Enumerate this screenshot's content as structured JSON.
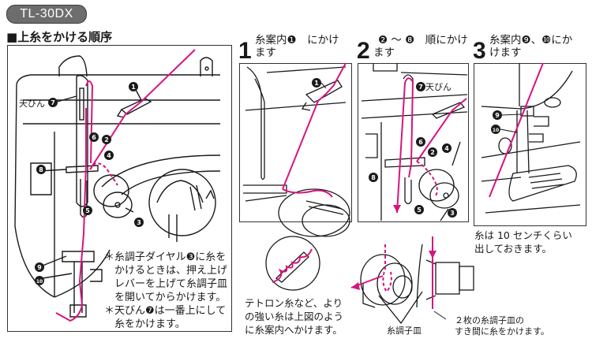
{
  "header": {
    "model": "TL-30DX",
    "section_title": "■上糸をかける順序"
  },
  "main_figure": {
    "label_tenbin": "天びん",
    "markers": [
      "1",
      "2",
      "3",
      "4",
      "5",
      "6",
      "7",
      "8",
      "9",
      "10"
    ],
    "notes": [
      "＊糸調子ダイヤル❸に糸を",
      "かけるときは、押え上げ",
      "レバーを上げて糸調子皿",
      "を開いてからかけます。",
      "＊天びん❼は一番上にして",
      "糸をかけます。"
    ]
  },
  "steps": [
    {
      "number": "1",
      "line1": "糸案内❶　にかけ",
      "line2": "ます"
    },
    {
      "number": "2",
      "line1": "❷ ～ ❽　順にかけ",
      "line2": "ます",
      "label_tenbin": "天びん"
    },
    {
      "number": "3",
      "line1": "糸案内❾、❿にか",
      "line2": "けます",
      "caption": [
        "糸は 10 センチくらい",
        "出しておきます。"
      ]
    }
  ],
  "detail_caption": [
    "テトロン糸など、より",
    "の強い糸は上図のよう",
    "に糸案内へかけます。"
  ],
  "tension": {
    "disc_label": "糸調子皿",
    "caption": [
      "２枚の糸調子皿の",
      "すき間に糸をかけます。"
    ]
  },
  "colors": {
    "thread": "#d6157f",
    "line": "#1a1a1a",
    "badge": "#6d6d6d"
  }
}
